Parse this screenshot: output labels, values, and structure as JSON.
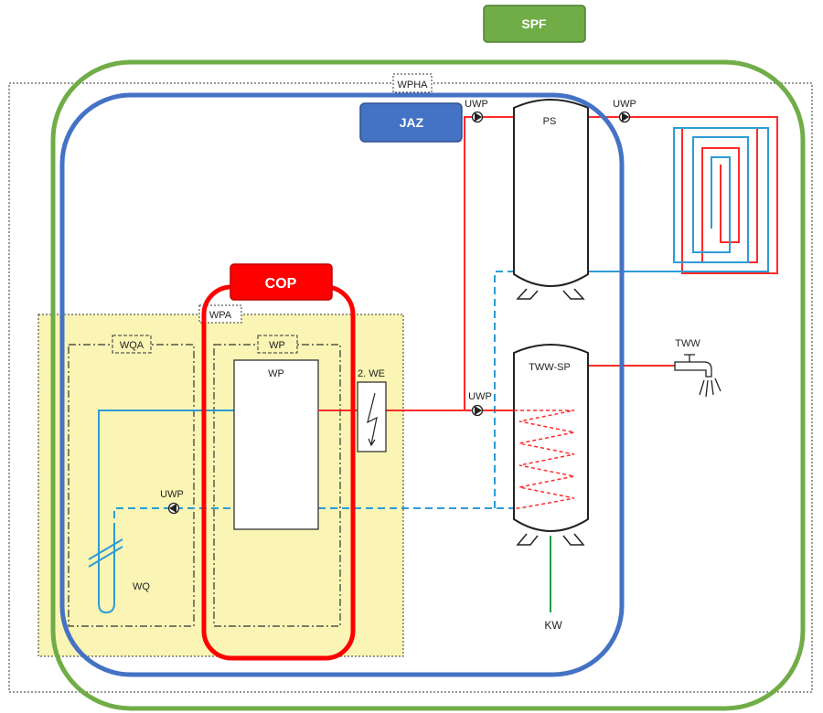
{
  "labels": {
    "spf": "SPF",
    "jaz": "JAZ",
    "cop": "COP",
    "wpha": "WPHA",
    "wpa": "WPA",
    "wqa": "WQA",
    "wp_group": "WP",
    "wp_unit": "WP",
    "we2": "2. WE",
    "wq": "WQ",
    "ps": "PS",
    "tww_sp": "TWW-SP",
    "tww": "TWW",
    "kw": "KW",
    "pump_ps_in": "UWP",
    "pump_heating": "UWP",
    "pump_tww": "UWP",
    "pump_source": "UWP"
  },
  "colors": {
    "spf": "#70AD47",
    "jaz": "#4472C4",
    "cop": "#FF0000",
    "supply": "#FF2A2A",
    "return": "#2E9BD6",
    "cold_water": "#1E9E4A",
    "wpa_area": "#FAF5B4"
  }
}
